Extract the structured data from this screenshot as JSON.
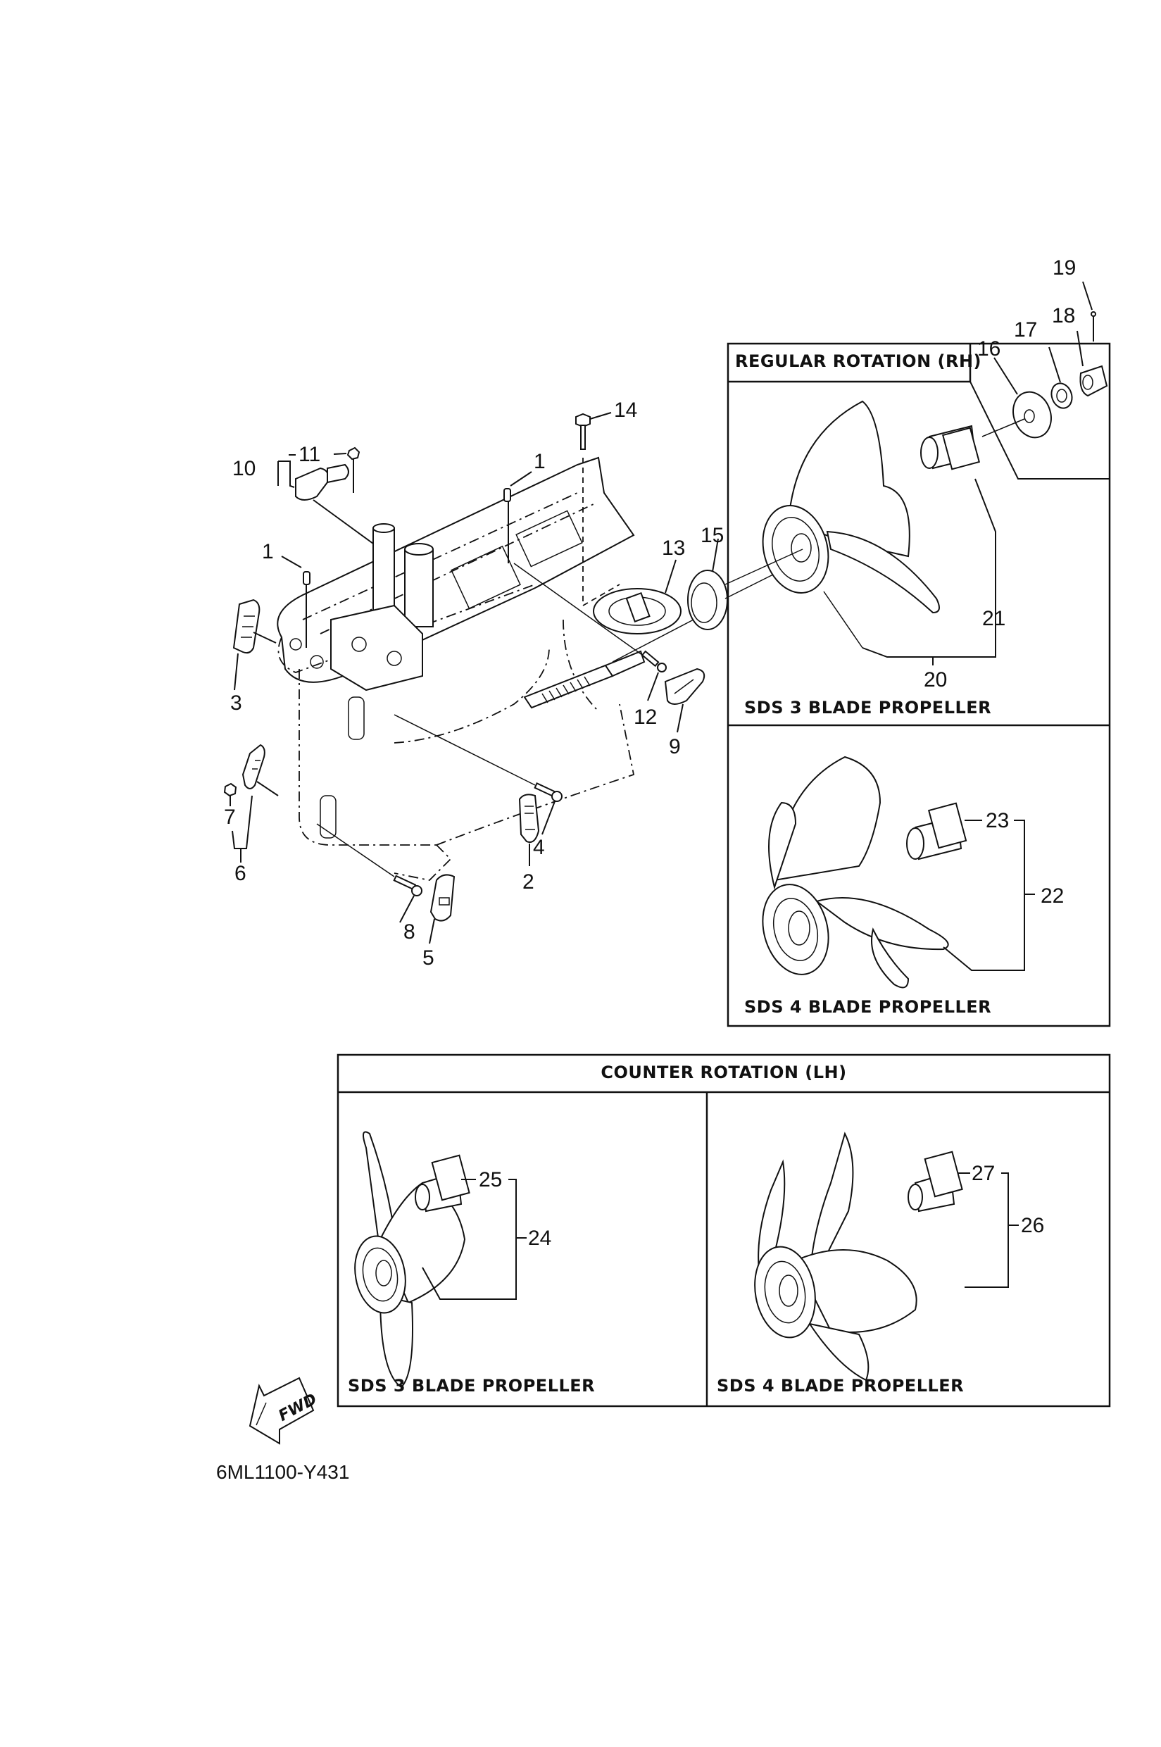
{
  "diagram": {
    "type": "exploded-parts-diagram",
    "drawing_code": "6ML1100-Y431",
    "fwd_label": "FWD",
    "callouts": {
      "c1a": "1",
      "c1b": "1",
      "c2": "2",
      "c3": "3",
      "c4": "4",
      "c5": "5",
      "c6": "6",
      "c7": "7",
      "c8": "8",
      "c9": "9",
      "c10": "10",
      "c11": "11",
      "c12": "12",
      "c13": "13",
      "c14": "14",
      "c15": "15",
      "c16": "16",
      "c17": "17",
      "c18": "18",
      "c19": "19",
      "c20": "20",
      "c21": "21",
      "c22": "22",
      "c23": "23",
      "c24": "24",
      "c25": "25",
      "c26": "26",
      "c27": "27"
    },
    "regular_rotation": {
      "title": "REGULAR ROTATION (RH)",
      "panels": [
        {
          "label": "SDS 3 BLADE PROPELLER",
          "parts": [
            "20",
            "21"
          ]
        },
        {
          "label": "SDS 4 BLADE PROPELLER",
          "parts": [
            "22",
            "23"
          ]
        }
      ]
    },
    "counter_rotation": {
      "title": "COUNTER ROTATION (LH)",
      "panels": [
        {
          "label": "SDS 3 BLADE PROPELLER",
          "parts": [
            "24",
            "25"
          ]
        },
        {
          "label": "SDS 4 BLADE PROPELLER",
          "parts": [
            "26",
            "27"
          ]
        }
      ]
    }
  }
}
